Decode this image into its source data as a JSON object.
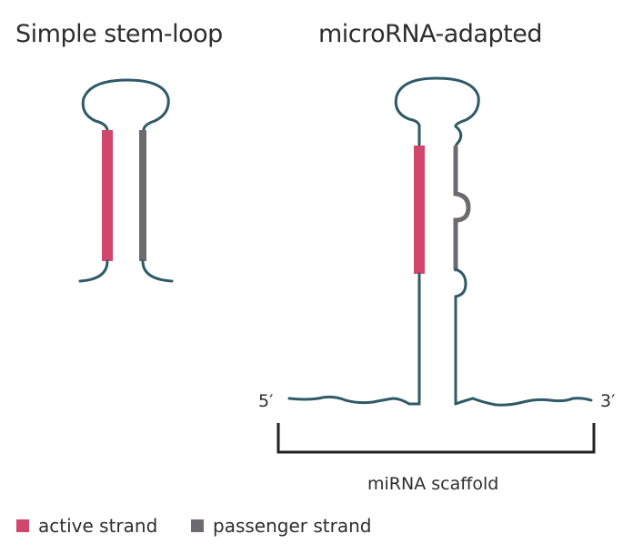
{
  "titles": {
    "simple": "Simple stem-loop",
    "mirna": "microRNA-adapted"
  },
  "labels": {
    "five_prime": "5′",
    "three_prime": "3′",
    "scaffold": "miRNA scaffold"
  },
  "legend": [
    {
      "label": "active strand",
      "color": "#d1466c"
    },
    {
      "label": "passenger strand",
      "color": "#6d6b70"
    }
  ],
  "colors": {
    "backbone": "#2f5a66",
    "active": "#d1466c",
    "passenger": "#6d6b70",
    "bracket": "#222222"
  }
}
